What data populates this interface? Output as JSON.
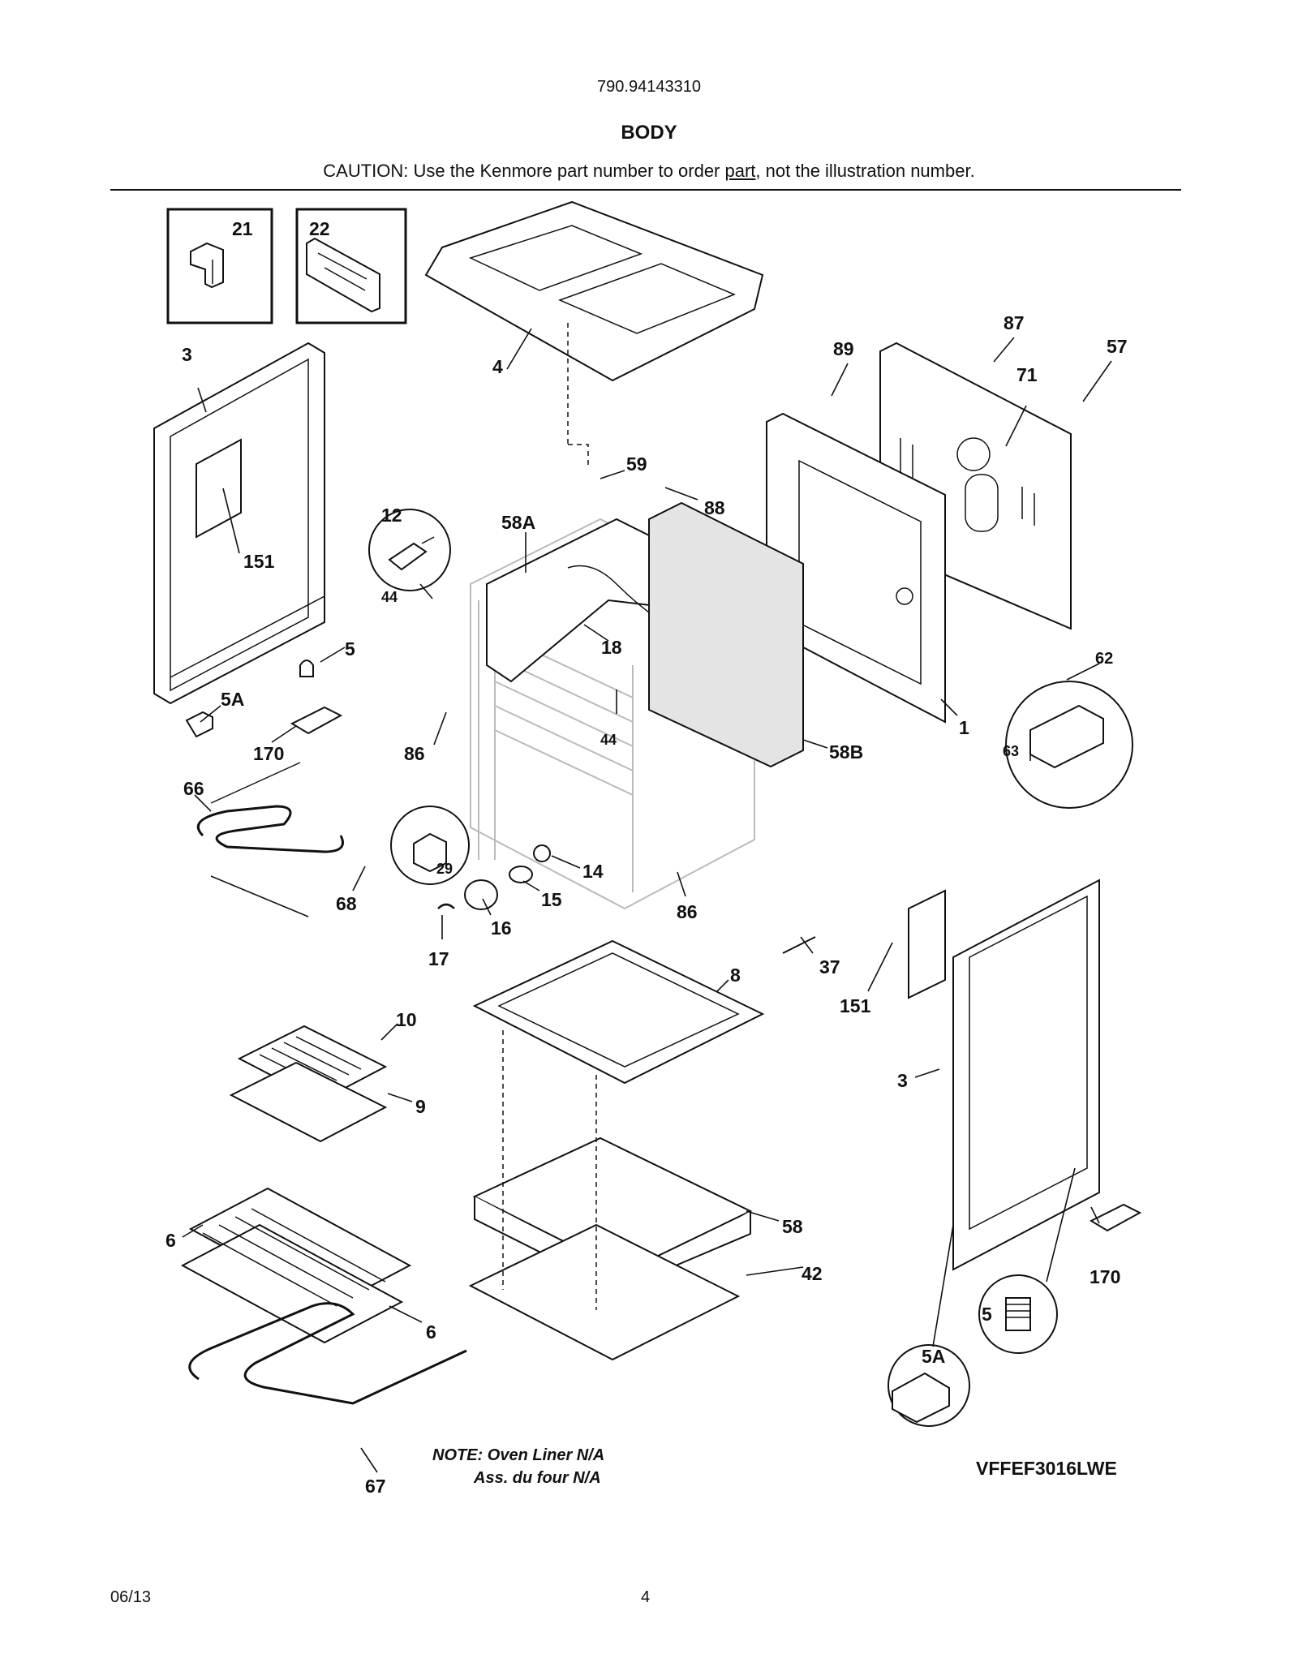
{
  "header": {
    "model_number": "790.94143310",
    "section_title": "BODY",
    "caution_prefix": "CAUTION: Use the Kenmore part number to order ",
    "caution_link": "part",
    "caution_suffix": ", not the illustration number."
  },
  "callouts": {
    "c21": "21",
    "c22": "22",
    "c3_top": "3",
    "c4": "4",
    "c151_top": "151",
    "c87": "87",
    "c89": "89",
    "c57": "57",
    "c71": "71",
    "c59": "59",
    "c88": "88",
    "c12": "12",
    "c58A": "58A",
    "c44_top": "44",
    "c5_top": "5",
    "c18": "18",
    "c62": "62",
    "c1": "1",
    "c5A_top": "5A",
    "c170_top": "170",
    "c86_left": "86",
    "c44_mid": "44",
    "c58B": "58B",
    "c63": "63",
    "c66": "66",
    "c29": "29",
    "c14": "14",
    "c15": "15",
    "c68": "68",
    "c16": "16",
    "c86_right": "86",
    "c17": "17",
    "c37": "37",
    "c8": "8",
    "c151_bottom": "151",
    "c10": "10",
    "c9": "9",
    "c3_bottom": "3",
    "c58": "58",
    "c6_left": "6",
    "c42": "42",
    "c170_bottom": "170",
    "c6_bottom": "6",
    "c5_bottom": "5",
    "c5A_bottom": "5A",
    "c67": "67"
  },
  "notes": {
    "line1": "NOTE: Oven Liner N/A",
    "line2": "Ass. du four N/A",
    "model_code": "VFFEF3016LWE"
  },
  "footer": {
    "date": "06/13",
    "page": "4"
  }
}
